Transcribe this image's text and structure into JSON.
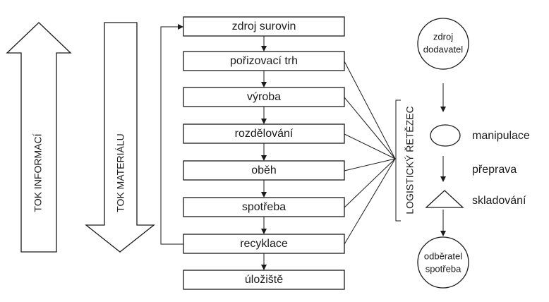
{
  "left_arrows": {
    "information_flow": "TOK INFORMACÍ",
    "material_flow": "TOK MATERIÁLU"
  },
  "chain_steps": [
    "zdroj surovin",
    "pořizovací trh",
    "výroba",
    "rozdělování",
    "oběh",
    "spotřeba",
    "recyklace",
    "úložiště"
  ],
  "bracket_label": "LOGISTICKÝ ŘETĚZEC",
  "right_flow": {
    "source": [
      "zdroj",
      "dodavatel"
    ],
    "manipulation": "manipulace",
    "transport": "přeprava",
    "storage": "skladování",
    "target": [
      "odběratel",
      "spotřeba"
    ]
  }
}
